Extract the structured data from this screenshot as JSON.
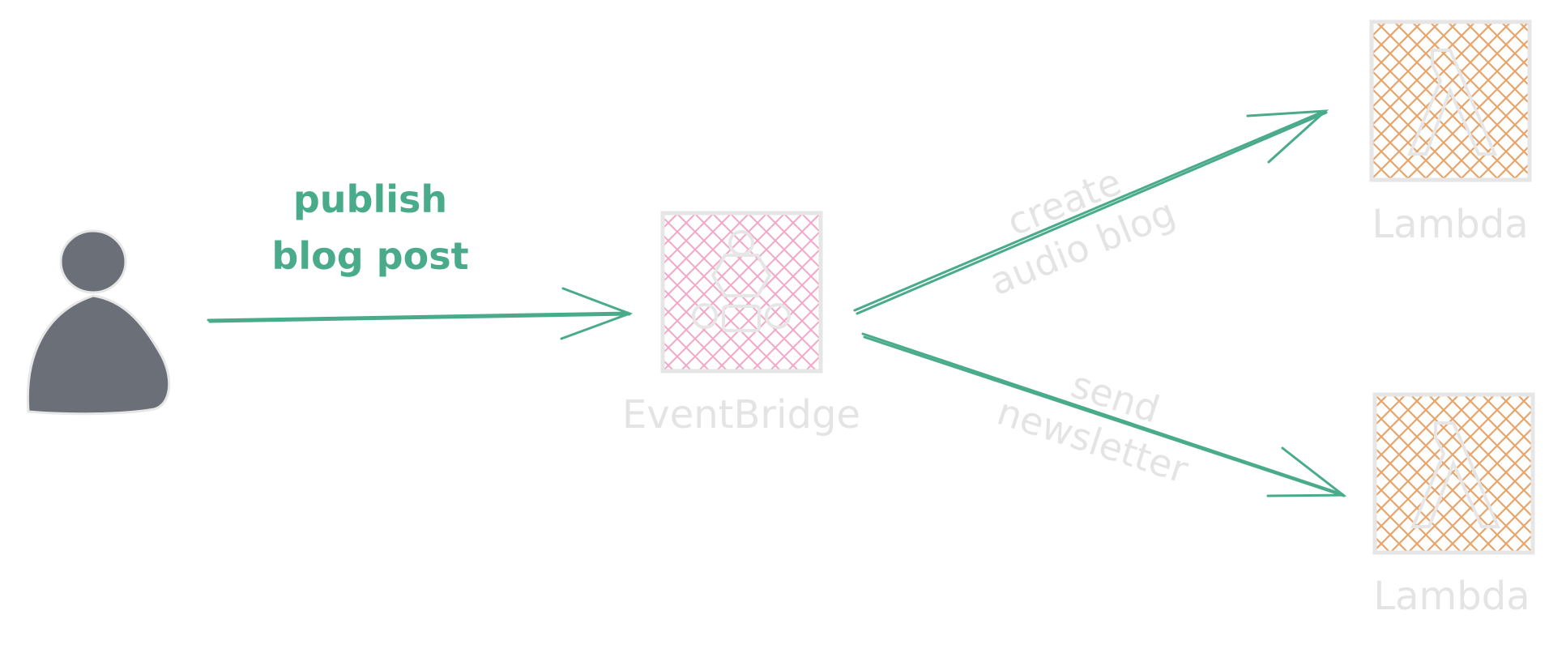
{
  "diagram": {
    "actor": {
      "icon": "user-icon",
      "color": "#6b7078"
    },
    "publish_label": {
      "line1": "publish",
      "line2": "blog post"
    },
    "eventbridge": {
      "icon": "eventbridge-icon",
      "label": "EventBridge",
      "hatch_color": "#f4a6c8"
    },
    "rule_create": {
      "line1": "create",
      "line2": "audio blog"
    },
    "rule_send": {
      "line1": "send",
      "line2": "newsletter"
    },
    "lambda_top": {
      "icon": "lambda-icon",
      "label": "Lambda",
      "hatch_color": "#e8a46a"
    },
    "lambda_bottom": {
      "icon": "lambda-icon",
      "label": "Lambda",
      "hatch_color": "#e8a46a"
    },
    "colors": {
      "arrow": "#4aab8a",
      "faded_text": "#e4e4e4",
      "box_border": "#e6e6e6"
    }
  }
}
